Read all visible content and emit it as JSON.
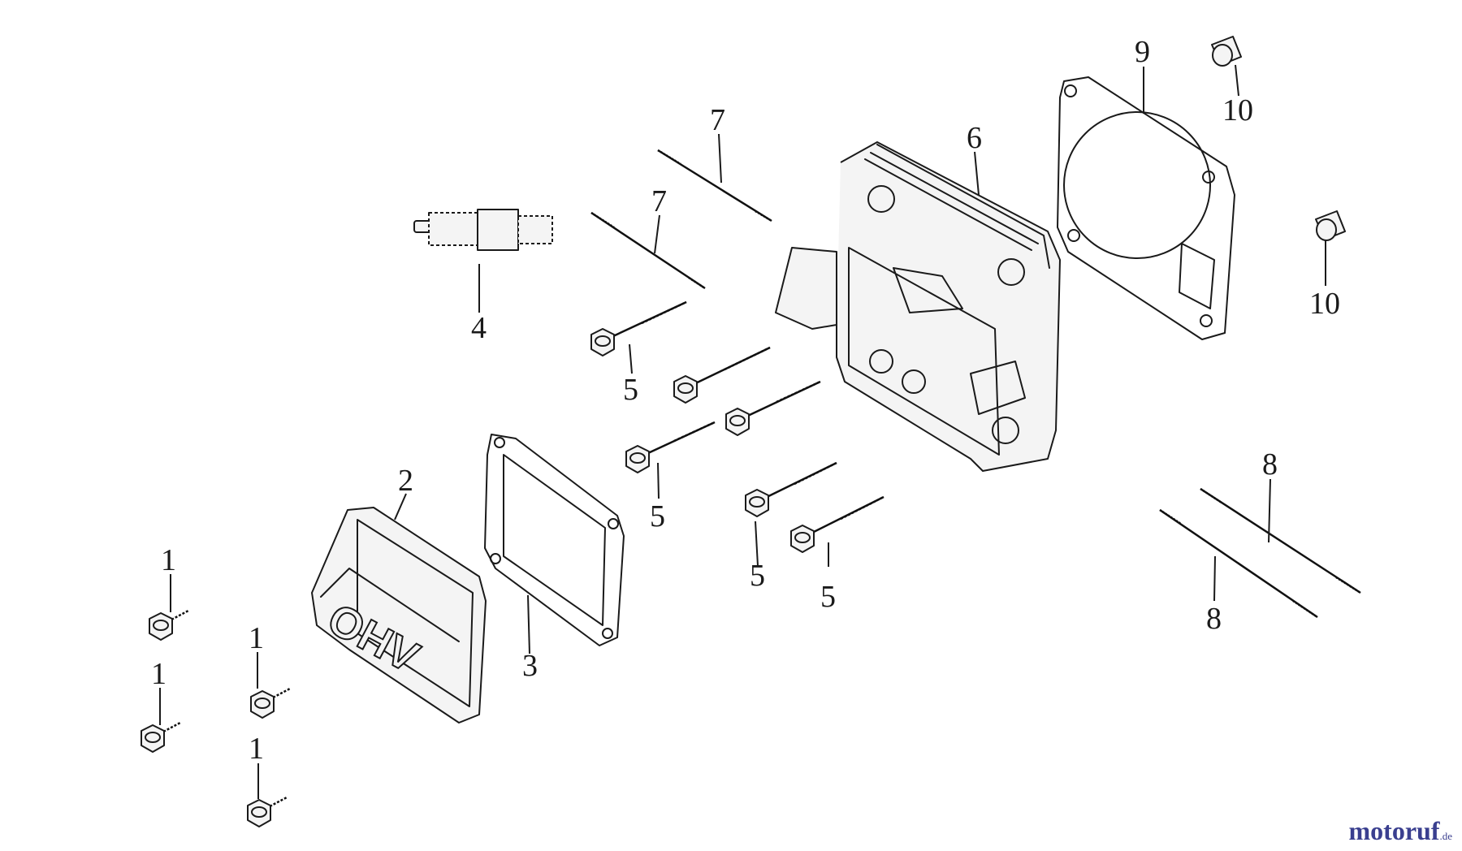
{
  "callouts": {
    "p1a": "1",
    "p1b": "1",
    "p1c": "1",
    "p1d": "1",
    "p2": "2",
    "p3": "3",
    "p4": "4",
    "p5a": "5",
    "p5b": "5",
    "p5c": "5",
    "p5d": "5",
    "p6": "6",
    "p7a": "7",
    "p7b": "7",
    "p8a": "8",
    "p8b": "8",
    "p9": "9",
    "p10a": "10",
    "p10b": "10"
  },
  "cover_lettering": "OHV",
  "watermark": {
    "main": "motoruf",
    "sub": ".de"
  }
}
